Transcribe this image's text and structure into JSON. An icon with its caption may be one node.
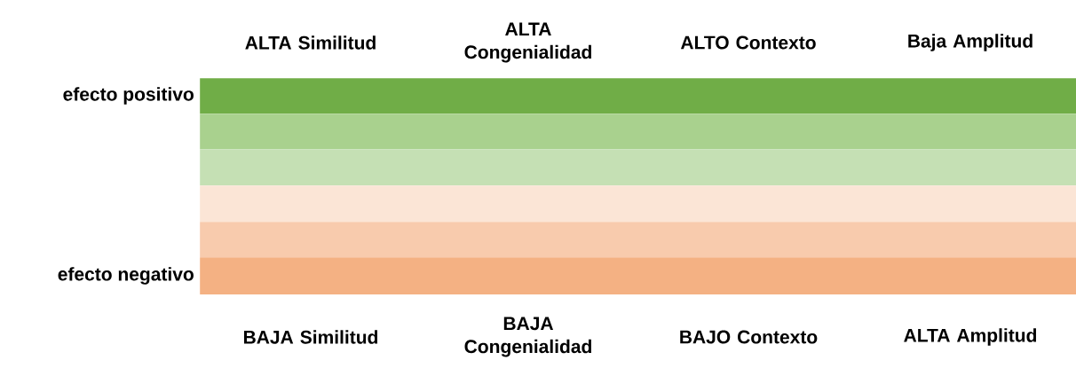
{
  "diagram": {
    "nodes": [
      {
        "text": [],
        "shape": "bar",
        "beside": [
          "efecto positivo"
        ]
      },
      {
        "text": [],
        "shape": "bar"
      },
      {
        "text": [],
        "shape": "bar"
      },
      {
        "text": [],
        "shape": "bar"
      },
      {
        "text": [],
        "shape": "bar"
      },
      {
        "text": [],
        "shape": "bar",
        "beside": [
          "efecto negativo"
        ]
      }
    ],
    "labels": [
      "ALTA Similitud",
      "ALTA Congenialidad",
      "ALTO Contexto",
      "Baja Amplitud",
      "BAJA Similitud",
      "BAJA Congenialidad",
      "BAJO Contexto",
      "ALTA Amplitud"
    ]
  }
}
